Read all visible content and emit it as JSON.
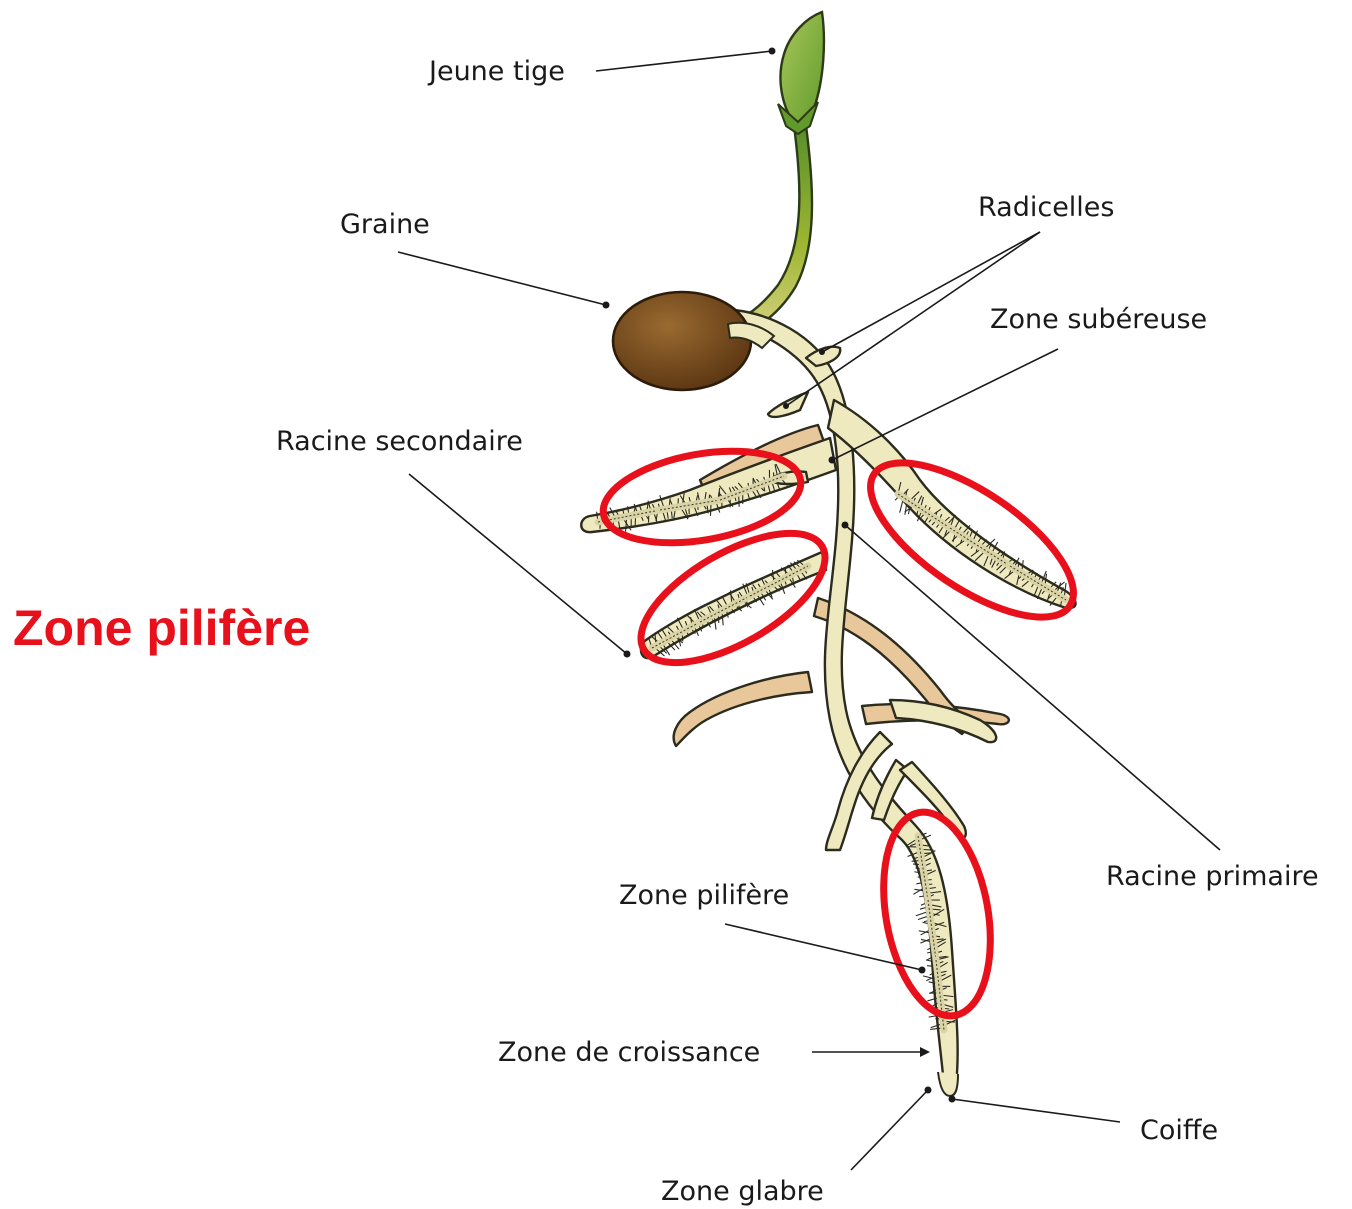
{
  "labels": {
    "jeune_tige": "Jeune tige",
    "graine": "Graine",
    "radicelles": "Radicelles",
    "zone_subereuse": "Zone subéreuse",
    "racine_secondaire": "Racine secondaire",
    "racine_primaire": "Racine primaire",
    "zone_pilifere": "Zone pilifère",
    "zone_croissance": "Zone de croissance",
    "coiffe": "Coiffe",
    "zone_glabre": "Zone glabre"
  },
  "highlight": {
    "title": "Zone pilifère",
    "color": "#e8101a"
  },
  "colors": {
    "seed": "#6b4218",
    "stem": "#7fa32a",
    "root": "#efe9bf",
    "secondary_root": "#e8c79a"
  }
}
